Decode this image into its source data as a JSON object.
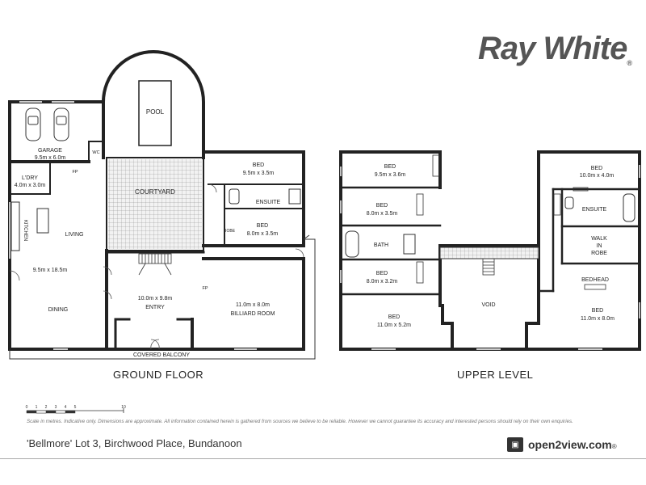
{
  "brand": {
    "name": "Ray White",
    "tm": "®"
  },
  "levels": {
    "ground": "GROUND FLOOR",
    "upper": "UPPER LEVEL"
  },
  "rooms": {
    "garage": {
      "name": "GARAGE",
      "dims": "9.5m x 6.0m"
    },
    "wc": {
      "name": "WC"
    },
    "fp1": {
      "name": "FP"
    },
    "laundry": {
      "name": "L'DRY",
      "dims": "4.0m x 3.0m"
    },
    "kitchen": {
      "name": "KITCHEN"
    },
    "living": {
      "name": "LIVING",
      "dims": "9.5m x 18.5m"
    },
    "dining": {
      "name": "DINING"
    },
    "pool": {
      "name": "POOL"
    },
    "courtyard": {
      "name": "COURTYARD"
    },
    "entry": {
      "name": "ENTRY",
      "dims": "10.0m x 9.8m"
    },
    "fp2": {
      "name": "FP"
    },
    "billiard": {
      "name": "BILLIARD ROOM",
      "dims": "11.0m x 8.0m"
    },
    "gbed1": {
      "name": "BED",
      "dims": "9.5m x 3.5m"
    },
    "gensuite": {
      "name": "ENSUITE"
    },
    "gbed2": {
      "name": "BED",
      "dims": "8.0m x 3.5m"
    },
    "robe": {
      "name": "ROBE"
    },
    "balcony": {
      "name": "COVERED BALCONY"
    },
    "ubed1": {
      "name": "BED",
      "dims": "9.5m x 3.6m"
    },
    "ubed2": {
      "name": "BED",
      "dims": "8.0m x 3.5m"
    },
    "bath": {
      "name": "BATH"
    },
    "ubed3": {
      "name": "BED",
      "dims": "8.0m x 3.2m"
    },
    "ubed4": {
      "name": "BED",
      "dims": "11.0m x 5.2m"
    },
    "void": {
      "name": "VOID"
    },
    "ubed5": {
      "name": "BED",
      "dims": "10.0m x 4.0m"
    },
    "uensuite": {
      "name": "ENSUITE"
    },
    "walkin": {
      "line1": "WALK",
      "line2": "IN",
      "line3": "ROBE"
    },
    "bedhead": {
      "name": "BEDHEAD"
    },
    "ubed6": {
      "name": "BED",
      "dims": "11.0m x 8.0m"
    }
  },
  "scale": {
    "ticks": [
      "0",
      "1",
      "2",
      "3",
      "4",
      "5",
      "10"
    ]
  },
  "disclaimer": "Scale in metres. Indicative only. Dimensions are approximate. All information contained herein is gathered from sources we believe to be reliable. However we cannot guarantee its accuracy and interested persons should rely on their own enquiries.",
  "address": "'Bellmore' Lot 3, Birchwood Place, Bundanoon",
  "open2view": {
    "icon": "camera-icon",
    "label": "open2view.com",
    "reg": "®"
  }
}
